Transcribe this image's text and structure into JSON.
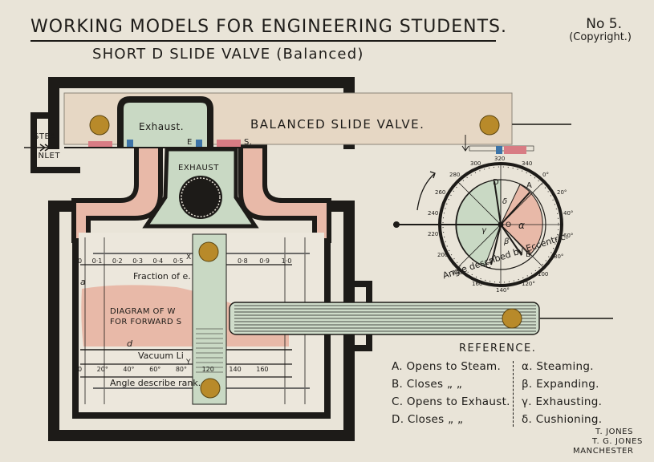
{
  "card": {
    "title": "WORKING MODELS FOR ENGINEERING STUDENTS.",
    "subtitle": "SHORT D SLIDE VALVE (Balanced)",
    "number": "No 5.",
    "copyright": "(Copyright.)"
  },
  "labels": {
    "slide_valve": "BALANCED SLIDE VALVE.",
    "exhaust_valve": "Exhaust.",
    "exhaust_port": "EXHAUST",
    "steam": "STEA",
    "inlet": "INLET",
    "port_e": "E",
    "port_s": "S.",
    "fraction_axis": "Fraction of      e.",
    "diagram_1": "DIAGRAM OF W",
    "diagram_2": "FOR FORWARD S",
    "vacuum": "Vacuum Li",
    "angle_crank": "Angle describe     rank.",
    "pt_a": "a",
    "pt_d": "d",
    "pt_x": "X",
    "pt_y": "Y",
    "fraction_ticks": [
      "0",
      "0·1",
      "0·2",
      "0·3",
      "0·4",
      "0·5",
      "0·8",
      "0·9",
      "1·0"
    ],
    "crank_ticks": [
      "0",
      "20°",
      "40°",
      "60°",
      "80°",
      "120",
      "140",
      "160"
    ]
  },
  "eccentric": {
    "caption": "Angle described by Eccentric.",
    "ticks": [
      "300",
      "320",
      "340",
      "0°",
      "20°",
      "40°",
      "60°",
      "80°",
      "100",
      "120°",
      "140°",
      "160",
      "180",
      "200",
      "220",
      "240",
      "260",
      "280"
    ],
    "letters": {
      "A": "A",
      "B": "B",
      "C": "C",
      "D": "D",
      "O": "O",
      "alpha": "α",
      "beta": "β",
      "gamma": "γ",
      "delta": "δ"
    }
  },
  "reference": {
    "heading": "REFERENCE.",
    "left": [
      "A. Opens to Steam.",
      "B. Closes  „   „",
      "C. Opens to Exhaust.",
      "D. Closes  „   „"
    ],
    "right": [
      "α. Steaming.",
      "β. Expanding.",
      "γ. Exhausting.",
      "δ. Cushioning."
    ]
  },
  "makers": [
    "T. JONES",
    "T. G. JONES",
    "MANCHESTER"
  ],
  "colors": {
    "card": "#e9e4d8",
    "ink": "#1d1b18",
    "steam_pink": "#e8b9a8",
    "exhaust_green": "#c9d9c4",
    "strip": "#e6d7c4",
    "brass": "#b88a2a",
    "port_red": "#d87c84",
    "port_blue": "#3d74a8"
  }
}
